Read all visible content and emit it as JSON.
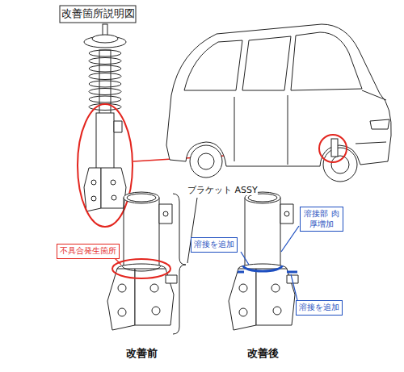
{
  "diagram": {
    "title": "改善箇所説明図",
    "nodes": [
      {
        "text": [
          "不具合発生箇所"
        ]
      },
      {
        "text": [
          "溶接部 肉厚増加"
        ]
      },
      {
        "text": [
          "溶接を追加"
        ]
      },
      {
        "text": [
          "溶接を追加"
        ]
      }
    ],
    "labels": [
      "ブラケット ASSY",
      "改善前",
      "改善後"
    ]
  }
}
